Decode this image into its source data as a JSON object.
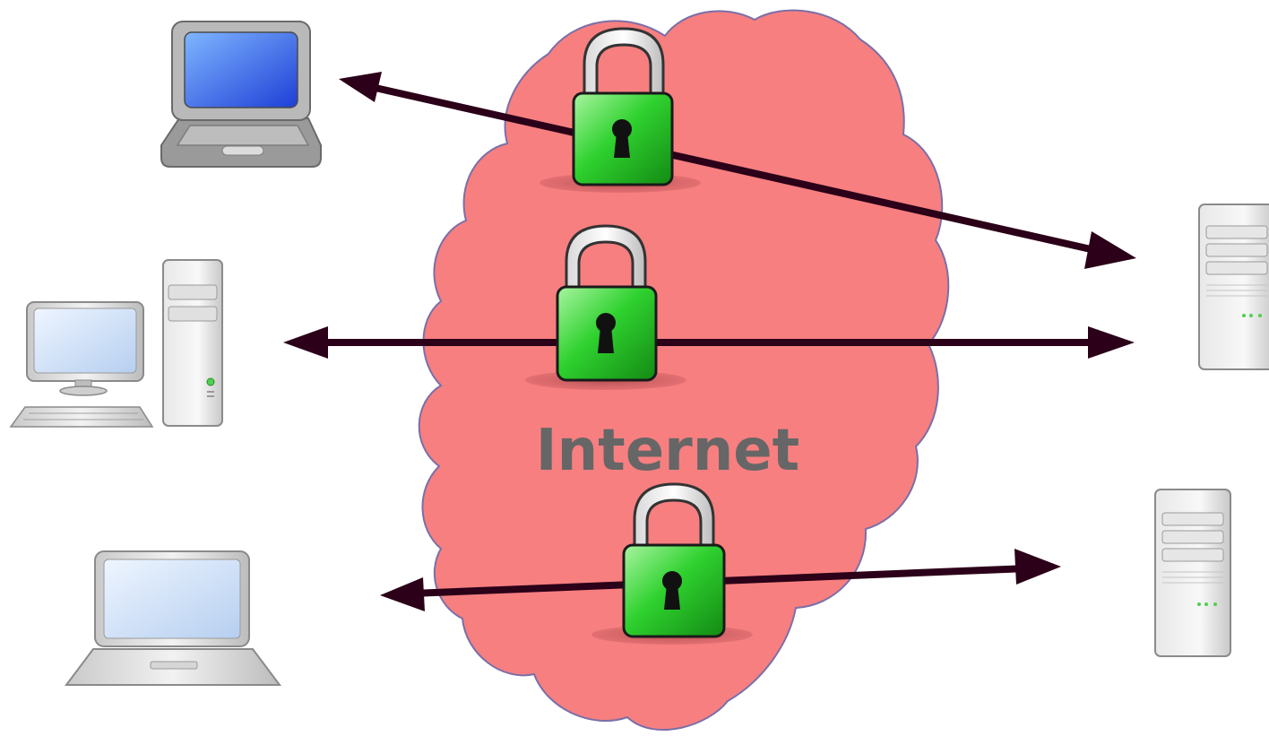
{
  "cloud": {
    "label": "Internet",
    "fill_color": "#f77f80",
    "stroke_color": "#7a6fa8",
    "label_color": "#666666"
  },
  "arrow_color": "#2b0018",
  "lock_color": "#22cc22",
  "devices": [
    {
      "name": "laptop-dark-icon",
      "kind": "laptop"
    },
    {
      "name": "desktop-computer-icon",
      "kind": "desktop"
    },
    {
      "name": "laptop-light-icon",
      "kind": "laptop"
    },
    {
      "name": "server-tower-top-icon",
      "kind": "server"
    },
    {
      "name": "server-tower-bottom-icon",
      "kind": "server"
    }
  ],
  "connections": [
    {
      "from": "laptop-dark-icon",
      "to": "server-tower-top-icon",
      "secured": true
    },
    {
      "from": "desktop-computer-icon",
      "to": "server-tower-top-icon",
      "secured": true
    },
    {
      "from": "laptop-light-icon",
      "to": "server-tower-bottom-icon",
      "secured": true
    }
  ]
}
